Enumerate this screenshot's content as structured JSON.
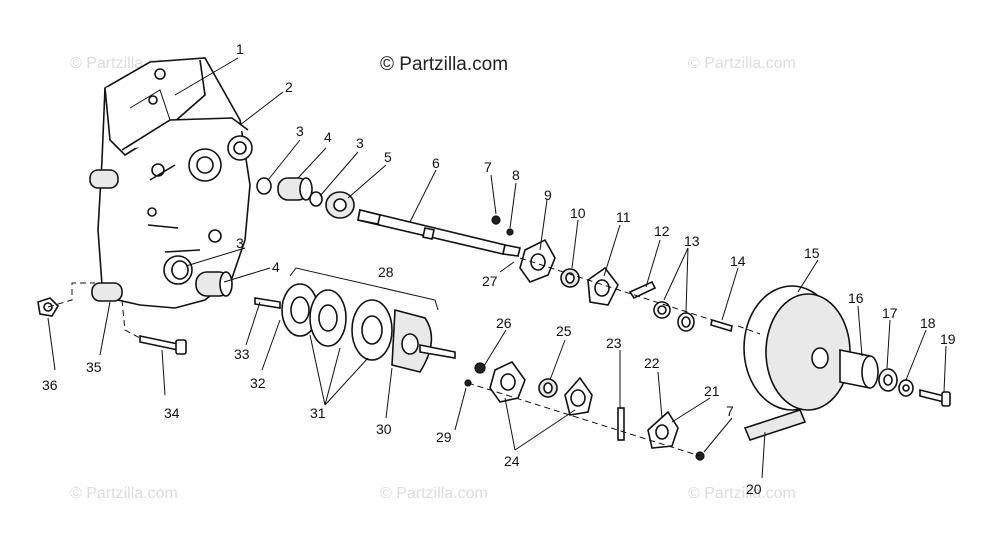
{
  "watermark": {
    "main": "© Partzilla.com",
    "corner": "© Partzilla.com"
  },
  "callouts": {
    "c1": "1",
    "c2": "2",
    "c3a": "3",
    "c3b": "3",
    "c3c": "3",
    "c4a": "4",
    "c4b": "4",
    "c5": "5",
    "c6": "6",
    "c7a": "7",
    "c7b": "7",
    "c8": "8",
    "c9": "9",
    "c10": "10",
    "c11": "11",
    "c12": "12",
    "c13": "13",
    "c14": "14",
    "c15": "15",
    "c16": "16",
    "c17": "17",
    "c18": "18",
    "c19": "19",
    "c20": "20",
    "c21": "21",
    "c22": "22",
    "c23": "23",
    "c24": "24",
    "c25": "25",
    "c26": "26",
    "c27": "27",
    "c28": "28",
    "c29": "29",
    "c30": "30",
    "c31": "31",
    "c32": "32",
    "c33": "33",
    "c34": "34",
    "c35": "35",
    "c36": "36"
  }
}
